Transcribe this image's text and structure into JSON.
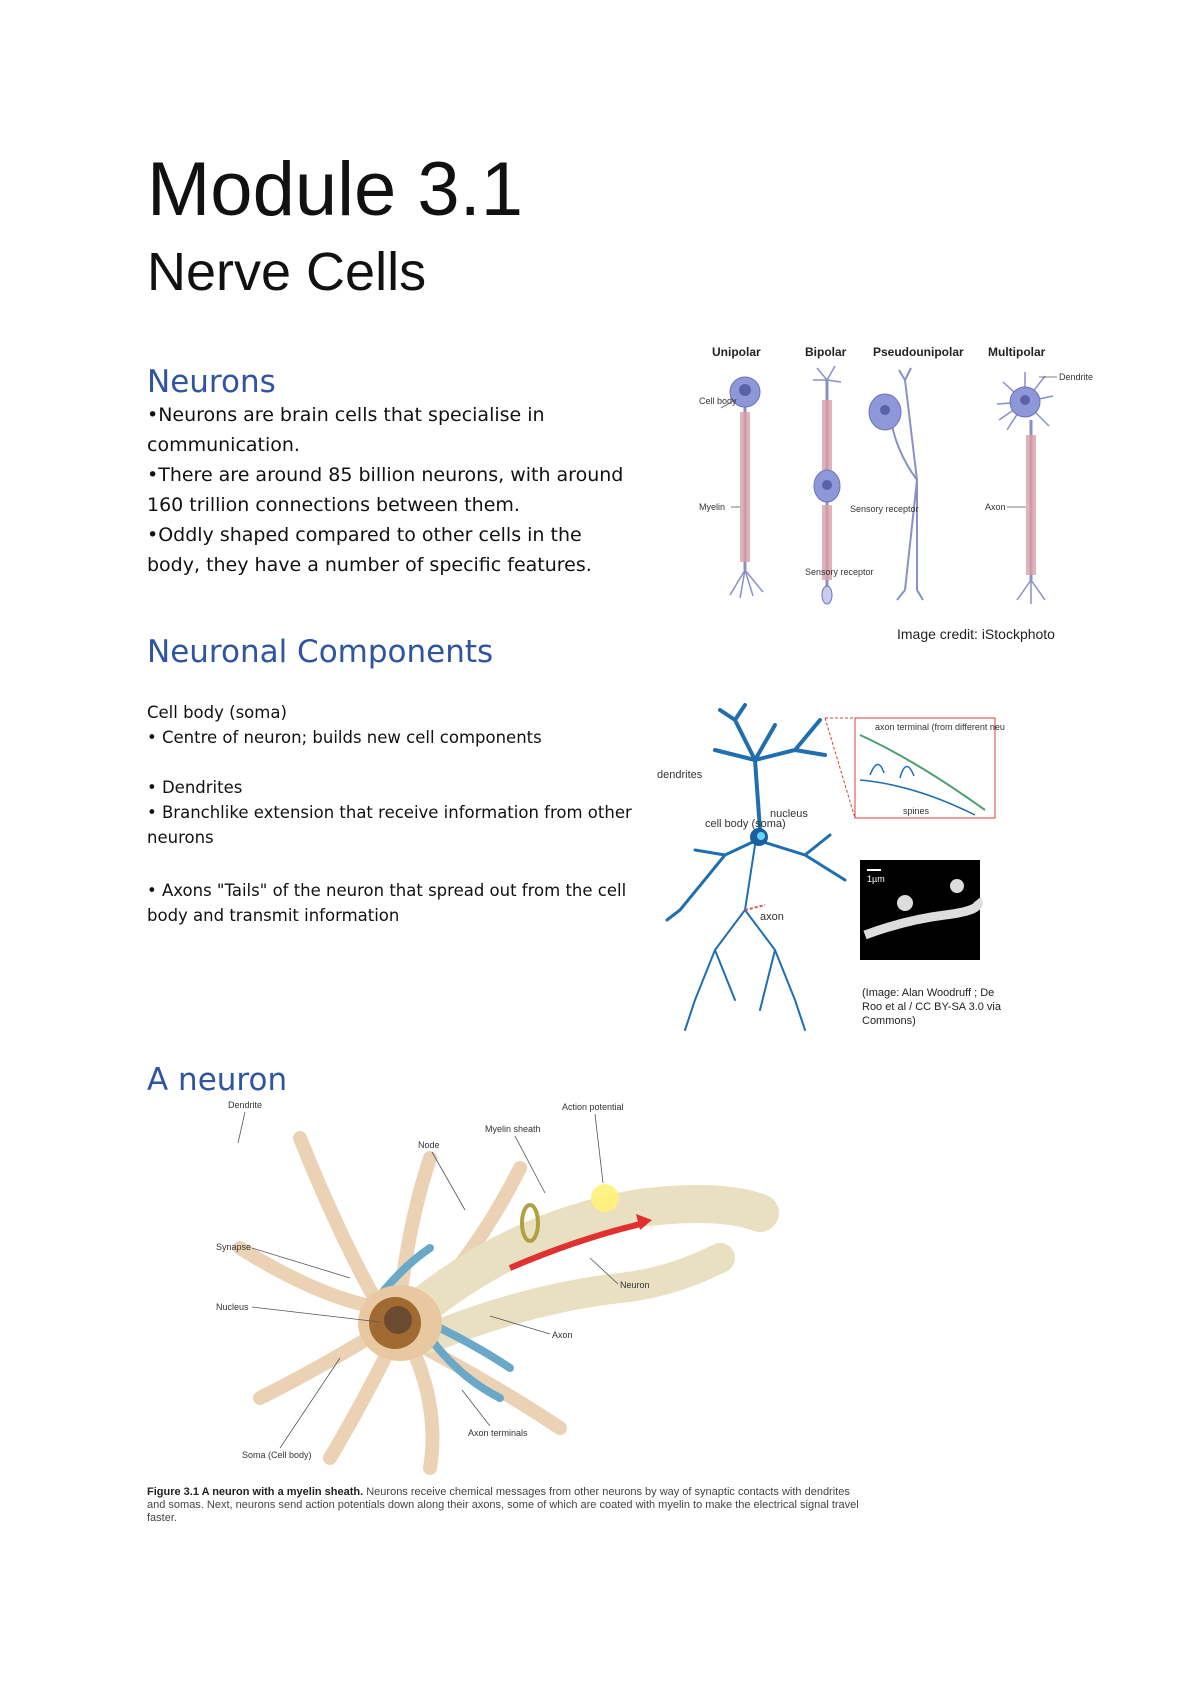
{
  "header": {
    "title": "Module 3.1",
    "subtitle": "Nerve Cells"
  },
  "neurons": {
    "heading": "Neurons",
    "bullets": [
      "•Neurons are brain cells that specialise in communication.",
      "•There are around 85 billion neurons, with around 160 trillion connections between them.",
      "•Oddly shaped compared to other cells in the body, they have a number of specific features."
    ]
  },
  "types_figure": {
    "columns": [
      "Unipolar",
      "Bipolar",
      "Pseudounipolar",
      "Multipolar"
    ],
    "labels": {
      "cell_body": "Cell body",
      "myelin": "Myelin",
      "dendrite": "Dendrite",
      "axon": "Axon",
      "sensory_receptor_1": "Sensory receptor",
      "sensory_receptor_2": "Sensory receptor"
    },
    "credit": "Image credit: iStockphoto"
  },
  "components": {
    "heading": "Neuronal Components",
    "lines": [
      "Cell body (soma)",
      "• Centre of neuron; builds new cell components",
      "• Dendrites",
      "• Branchlike extension that receive information from other neurons",
      "• Axons  \"Tails\" of the neuron that spread out from the cell body and transmit information"
    ]
  },
  "components_figure": {
    "labels": {
      "dendrites": "dendrites",
      "cell_body": "cell body (soma)",
      "nucleus": "nucleus",
      "axon": "axon",
      "axon_terminal": "axon terminal (from different neuron)",
      "spines": "spines",
      "scale": "1µm"
    },
    "credit": "(Image: Alan Woodruff ; De Roo et al / CC BY-SA 3.0 via Commons)"
  },
  "a_neuron": {
    "heading": "A neuron",
    "labels": {
      "dendrite": "Dendrite",
      "action_potential": "Action potential",
      "myelin_sheath": "Myelin sheath",
      "node": "Node",
      "synapse": "Synapse",
      "nucleus": "Nucleus",
      "neuron": "Neuron",
      "axon": "Axon",
      "axon_terminals": "Axon terminals",
      "soma": "Soma (Cell body)"
    },
    "caption_bold": "Figure 3.1  A neuron with a myelin sheath.",
    "caption_text": " Neurons receive chemical messages from other neurons by way of synaptic contacts with dendrites and somas. Next, neurons send action potentials down along their axons, some of which are coated with myelin to make the electrical signal travel faster."
  },
  "colors": {
    "heading_blue": "#2f55a0",
    "neuron_blue": "#1f6fb0",
    "myelin_pink": "#d9a0a8"
  }
}
